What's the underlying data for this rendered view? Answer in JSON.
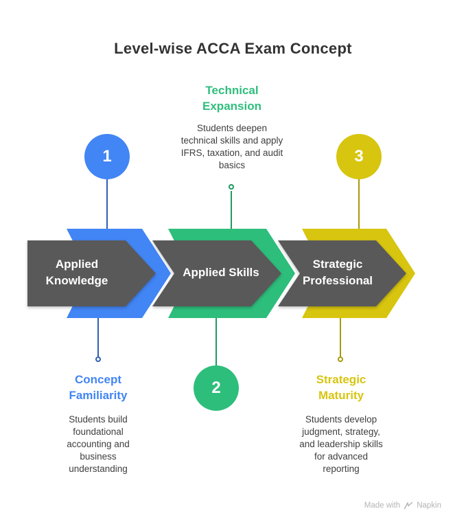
{
  "title": "Level-wise ACCA Exam Concept",
  "steps": [
    {
      "number": "1",
      "arrow_label": "Applied Knowledge",
      "callout_title": "Concept Familiarity",
      "callout_text": "Students build foundational accounting and business understanding",
      "accent": "#4285F4"
    },
    {
      "number": "2",
      "arrow_label": "Applied Skills",
      "callout_title": "Technical Expansion",
      "callout_text": "Students deepen technical skills and apply IFRS, taxation, and audit basics",
      "accent": "#2EBE7C"
    },
    {
      "number": "3",
      "arrow_label": "Strategic Professional",
      "callout_title": "Strategic Maturity",
      "callout_text": "Students develop judgment, strategy, and leadership skills for advanced reporting",
      "accent": "#D7C50F"
    }
  ],
  "footer": {
    "made_with": "Made with",
    "brand": "Napkin"
  },
  "colors": {
    "step1": "#4285F4",
    "step2": "#2EBE7C",
    "step3": "#D7C50F",
    "connector1": "#2F5FB0",
    "connector2": "#1E9A5F",
    "connector3": "#A8990C",
    "arrow_body": "#595959",
    "title_text": "#333333",
    "body_text": "#3E3E3E",
    "muted": "#B5B5B5"
  }
}
